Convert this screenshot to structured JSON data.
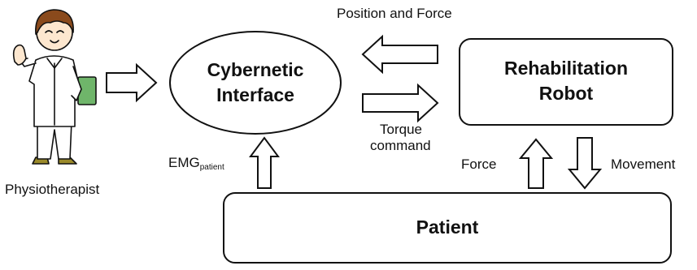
{
  "nodes": {
    "cybernetic": {
      "line1": "Cybernetic",
      "line2": "Interface"
    },
    "robot": {
      "line1": "Rehabilitation",
      "line2": "Robot"
    },
    "patient": {
      "label": "Patient"
    },
    "physiotherapist": {
      "label": "Physiotherapist"
    }
  },
  "edges": {
    "position_force": "Position and Force",
    "torque_line1": "Torque",
    "torque_line2": "command",
    "emg_main": "EMG",
    "emg_sub": "patient",
    "force": "Force",
    "movement": "Movement"
  },
  "colors": {
    "stroke": "#111111",
    "fill": "#ffffff",
    "skin": "#fde7cf",
    "hair": "#8a4a1c",
    "clipboard": "#6fb56a",
    "shoes": "#9a8a2a"
  }
}
